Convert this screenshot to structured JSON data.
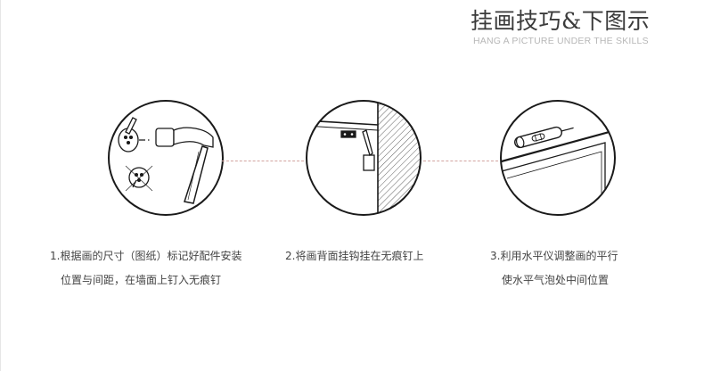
{
  "header": {
    "title": "挂画技巧&下图示",
    "subtitle": "HANG A PICTURE UNDER THE SKILLS"
  },
  "steps": [
    {
      "line1": "1.根据画的尺寸（图纸）标记好配件安装",
      "line2": "位置与间距，在墙面上钉入无痕钉",
      "illustration": "nail-hammer-icon"
    },
    {
      "line1": "2.将画背面挂钩挂在无痕钉上",
      "illustration": "hook-on-wall-icon"
    },
    {
      "line1": "3.利用水平仪调整画的平行",
      "line2": "使水平气泡处中间位置",
      "illustration": "spirit-level-icon"
    }
  ],
  "colors": {
    "connector": "#d2a4a0",
    "outline": "#1a1a1a",
    "title": "#3a3a3a",
    "subtitle": "#b7b7b7"
  }
}
